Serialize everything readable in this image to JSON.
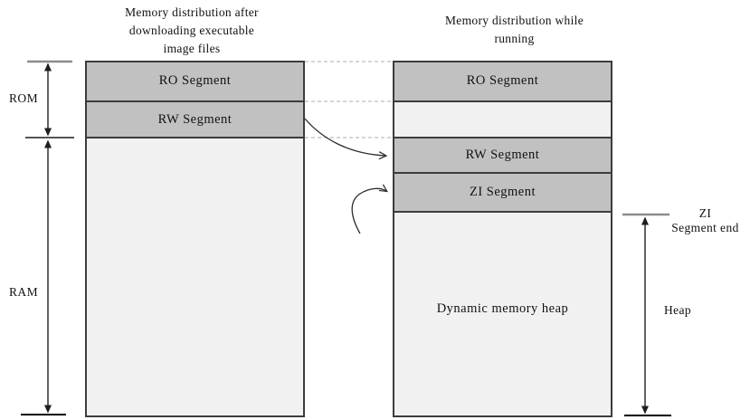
{
  "diagram": {
    "title_left": "Memory distribution after downloading executable image files",
    "title_right": "Memory distribution while running",
    "rom_label": "ROM",
    "ram_label": "RAM",
    "heap_label": "Heap",
    "zi_end_line1": "ZI",
    "zi_end_line2": "Segment end",
    "left_segments": {
      "ro": "RO Segment",
      "rw": "RW Segment"
    },
    "right_segments": {
      "ro": "RO Segment",
      "rw": "RW Segment",
      "zi": "ZI Segment",
      "heap": "Dynamic memory heap"
    },
    "colors": {
      "segment_fill": "#c1c1c1",
      "region_fill": "#f1f1f1",
      "border": "#3c3c3c",
      "dashed_line": "#c8c8c8",
      "gray_tick": "#8c8c8c",
      "arrow": "#1f1f1f"
    }
  }
}
